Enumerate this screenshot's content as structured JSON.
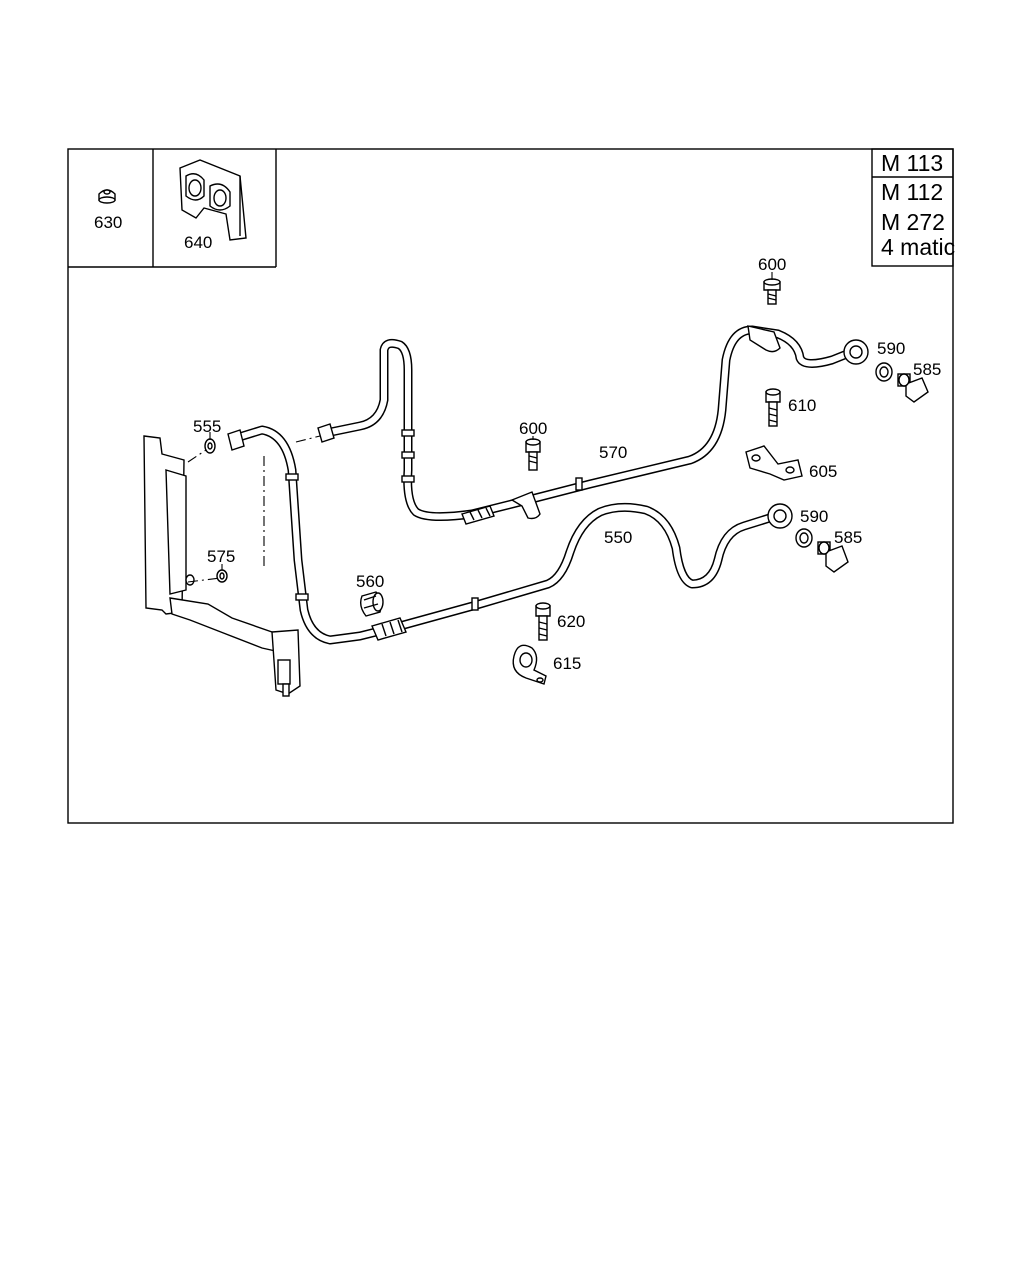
{
  "engine_variants": [
    "M 113",
    "M 112",
    "M 272",
    "4 matic"
  ],
  "parts": {
    "p630": "630",
    "p640": "640",
    "p600a": "600",
    "p590a": "590",
    "p585a": "585",
    "p610": "610",
    "p555": "555",
    "p600b": "600",
    "p570": "570",
    "p605": "605",
    "p590b": "590",
    "p585b": "585",
    "p550": "550",
    "p575": "575",
    "p560": "560",
    "p620": "620",
    "p615": "615"
  }
}
